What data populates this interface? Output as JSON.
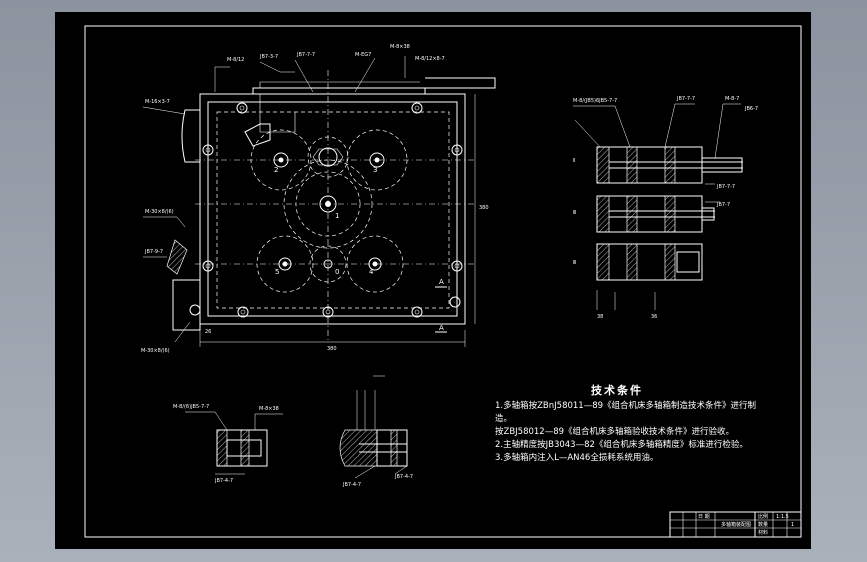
{
  "drawing": {
    "border_color": "#ffffff",
    "background": "#000000",
    "frame_color": "#9aa2ad"
  },
  "main_view": {
    "shaft_labels": [
      "2",
      "3",
      "1",
      "5",
      "0",
      "4"
    ],
    "callout_left": "M-16×3-7",
    "callout_top_right": "M-8/12×8-7",
    "dim_bottom": "380",
    "dim_right": "380",
    "dim_small": "26",
    "section_marks": [
      "A",
      "A"
    ]
  },
  "side_view": {
    "labels": [
      "Ⅱ",
      "Ⅲ",
      "Ⅲ"
    ],
    "dim_bottom": "38",
    "dim_bottom2": "36"
  },
  "tech_notes": {
    "heading": "技术条件",
    "lines": [
      "1.多轴箱按ZBnJ58011—89《组合机床多轴箱制造技术条件》进行制",
      "  造。",
      "  按ZBJ58012—89《组合机床多轴箱验收技术条件》进行验收。",
      "2.主轴精度按JB3043—82《组合机床多轴箱精度》标准进行检验。",
      "3.多轴箱内注入L—AN46全损耗系统用油。"
    ]
  },
  "title_block": {
    "title": "多轴箱装配图",
    "cell_labels": [
      "日 期",
      "比例",
      "数量",
      "材料"
    ],
    "cell_values": [
      "1:1.5",
      "1"
    ]
  }
}
